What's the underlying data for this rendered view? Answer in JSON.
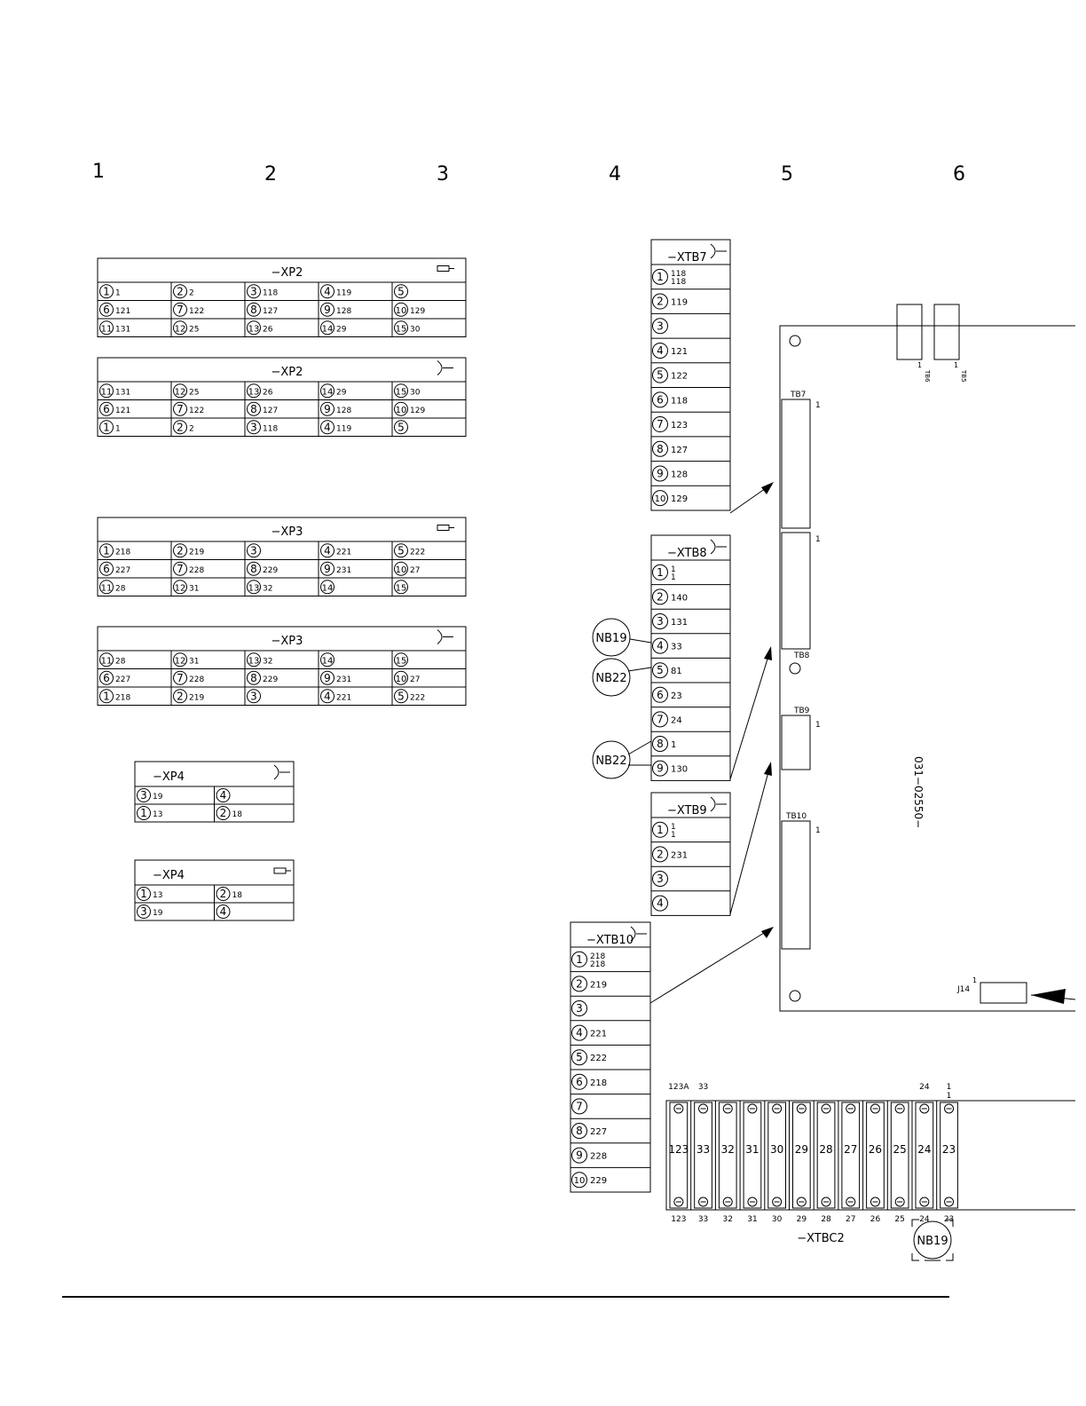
{
  "zones": [
    "1",
    "2",
    "3",
    "4",
    "5",
    "6"
  ],
  "connectors": [
    {
      "label": "−XP2",
      "symbol": "male",
      "rows": [
        [
          [
            "1",
            "1"
          ],
          [
            "2",
            "2"
          ],
          [
            "3",
            "118"
          ],
          [
            "4",
            "119"
          ],
          [
            "5",
            ""
          ]
        ],
        [
          [
            "6",
            "121"
          ],
          [
            "7",
            "122"
          ],
          [
            "8",
            "127"
          ],
          [
            "9",
            "128"
          ],
          [
            "10",
            "129"
          ]
        ],
        [
          [
            "11",
            "131"
          ],
          [
            "12",
            "25"
          ],
          [
            "13",
            "26"
          ],
          [
            "14",
            "29"
          ],
          [
            "15",
            "30"
          ]
        ]
      ]
    },
    {
      "label": "−XP2",
      "symbol": "female",
      "rows": [
        [
          [
            "11",
            "131"
          ],
          [
            "12",
            "25"
          ],
          [
            "13",
            "26"
          ],
          [
            "14",
            "29"
          ],
          [
            "15",
            "30"
          ]
        ],
        [
          [
            "6",
            "121"
          ],
          [
            "7",
            "122"
          ],
          [
            "8",
            "127"
          ],
          [
            "9",
            "128"
          ],
          [
            "10",
            "129"
          ]
        ],
        [
          [
            "1",
            "1"
          ],
          [
            "2",
            "2"
          ],
          [
            "3",
            "118"
          ],
          [
            "4",
            "119"
          ],
          [
            "5",
            ""
          ]
        ]
      ]
    },
    {
      "label": "−XP3",
      "symbol": "male",
      "rows": [
        [
          [
            "1",
            "218"
          ],
          [
            "2",
            "219"
          ],
          [
            "3",
            ""
          ],
          [
            "4",
            "221"
          ],
          [
            "5",
            "222"
          ]
        ],
        [
          [
            "6",
            "227"
          ],
          [
            "7",
            "228"
          ],
          [
            "8",
            "229"
          ],
          [
            "9",
            "231"
          ],
          [
            "10",
            "27"
          ]
        ],
        [
          [
            "11",
            "28"
          ],
          [
            "12",
            "31"
          ],
          [
            "13",
            "32"
          ],
          [
            "14",
            ""
          ],
          [
            "15",
            ""
          ]
        ]
      ]
    },
    {
      "label": "−XP3",
      "symbol": "female",
      "rows": [
        [
          [
            "11",
            "28"
          ],
          [
            "12",
            "31"
          ],
          [
            "13",
            "32"
          ],
          [
            "14",
            ""
          ],
          [
            "15",
            ""
          ]
        ],
        [
          [
            "6",
            "227"
          ],
          [
            "7",
            "228"
          ],
          [
            "8",
            "229"
          ],
          [
            "9",
            "231"
          ],
          [
            "10",
            "27"
          ]
        ],
        [
          [
            "1",
            "218"
          ],
          [
            "2",
            "219"
          ],
          [
            "3",
            ""
          ],
          [
            "4",
            "221"
          ],
          [
            "5",
            "222"
          ]
        ]
      ]
    },
    {
      "label": "−XP4",
      "symbol": "female",
      "rows": [
        [
          [
            "3",
            "19"
          ],
          [
            "4",
            ""
          ]
        ],
        [
          [
            "1",
            "13"
          ],
          [
            "2",
            "18"
          ]
        ]
      ]
    },
    {
      "label": "−XP4",
      "symbol": "male",
      "rows": [
        [
          [
            "1",
            "13"
          ],
          [
            "2",
            "18"
          ]
        ],
        [
          [
            "3",
            "19"
          ],
          [
            "4",
            ""
          ]
        ]
      ]
    }
  ],
  "terminal_blocks": [
    {
      "label": "−XTB7",
      "pins": [
        [
          "1",
          "118",
          "118"
        ],
        [
          "2",
          "119"
        ],
        [
          "3",
          ""
        ],
        [
          "4",
          "121"
        ],
        [
          "5",
          "122"
        ],
        [
          "6",
          "118"
        ],
        [
          "7",
          "123"
        ],
        [
          "8",
          "127"
        ],
        [
          "9",
          "128"
        ],
        [
          "10",
          "129"
        ]
      ]
    },
    {
      "label": "−XTB8",
      "pins": [
        [
          "1",
          "1",
          "1"
        ],
        [
          "2",
          "140"
        ],
        [
          "3",
          "131"
        ],
        [
          "4",
          "33"
        ],
        [
          "5",
          "81"
        ],
        [
          "6",
          "23"
        ],
        [
          "7",
          "24"
        ],
        [
          "8",
          "1"
        ],
        [
          "9",
          "130"
        ]
      ]
    },
    {
      "label": "−XTB9",
      "pins": [
        [
          "1",
          "1",
          "1"
        ],
        [
          "2",
          "231"
        ],
        [
          "3",
          ""
        ],
        [
          "4",
          ""
        ]
      ]
    },
    {
      "label": "−XTB10",
      "pins": [
        [
          "1",
          "218",
          "218"
        ],
        [
          "2",
          "219"
        ],
        [
          "3",
          ""
        ],
        [
          "4",
          "221"
        ],
        [
          "5",
          "222"
        ],
        [
          "6",
          "218"
        ],
        [
          "7",
          ""
        ],
        [
          "8",
          "227"
        ],
        [
          "9",
          "228"
        ],
        [
          "10",
          "229"
        ]
      ]
    }
  ],
  "notes": [
    {
      "id": "nb19-a",
      "text": "NB19"
    },
    {
      "id": "nb22-a",
      "text": "NB22"
    },
    {
      "id": "nb22-b",
      "text": "NB22"
    },
    {
      "id": "nb19-b",
      "text": "NB19"
    }
  ],
  "board": {
    "part_number": "031−02550−",
    "tb7": "TB7",
    "tb8": "TB8",
    "tb9": "TB9",
    "tb10": "TB10",
    "tb6": "TB6",
    "tb5": "TB5",
    "j14": "J14",
    "pin1": "1"
  },
  "xtbc2": {
    "label": "−XTBC2",
    "terminals": [
      "123",
      "33",
      "32",
      "31",
      "30",
      "29",
      "28",
      "27",
      "26",
      "25",
      "24",
      "23"
    ],
    "bottom": [
      "123",
      "33",
      "32",
      "31",
      "30",
      "29",
      "28",
      "27",
      "26",
      "25",
      "24",
      "23"
    ],
    "top_wires": [
      {
        "pos": 0,
        "text": "123A"
      },
      {
        "pos": 1,
        "text": "33"
      },
      {
        "pos": 10,
        "text": "24"
      },
      {
        "pos": 11,
        "text": "1",
        "text2": "1"
      }
    ]
  }
}
